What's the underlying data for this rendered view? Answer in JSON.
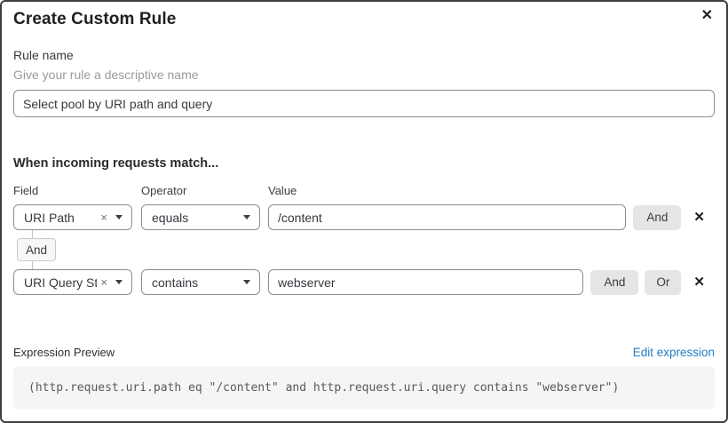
{
  "dialog": {
    "title": "Create Custom Rule",
    "close_icon": "✕"
  },
  "rule_name": {
    "label": "Rule name",
    "hint": "Give your rule a descriptive name",
    "value": "Select pool by URI path and query"
  },
  "matcher": {
    "heading": "When incoming requests match...",
    "columns": {
      "field": "Field",
      "operator": "Operator",
      "value": "Value"
    },
    "rows": [
      {
        "field": "URI Path",
        "operator": "equals",
        "value": "/content",
        "and_label": "And"
      },
      {
        "field": "URI Query St...",
        "operator": "contains",
        "value": "webserver",
        "and_label": "And",
        "or_label": "Or"
      }
    ],
    "connector_label": "And",
    "clear_icon": "×",
    "remove_icon": "✕"
  },
  "expression": {
    "label": "Expression Preview",
    "edit_link": "Edit expression",
    "code": "(http.request.uri.path eq \"/content\" and http.request.uri.query contains \"webserver\")"
  },
  "colors": {
    "link_blue": "#1e7ec8",
    "input_border": "#8d8d8d",
    "button_gray": "#e5e5e5",
    "code_background": "#f5f5f5",
    "dialog_border": "#404040"
  }
}
